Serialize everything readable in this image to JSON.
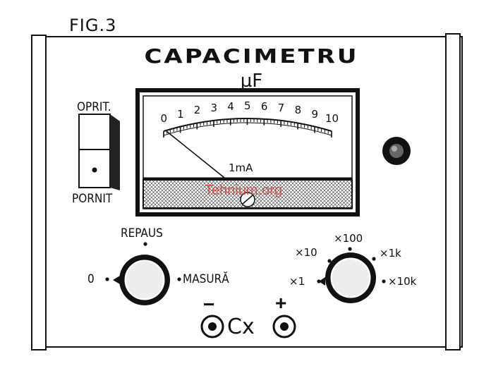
{
  "figure": {
    "label": "FIG.3"
  },
  "panel": {
    "title": "CAPACIMETRU",
    "unit": "µF"
  },
  "meter": {
    "scale": [
      "0",
      "1",
      "2",
      "3",
      "4",
      "5",
      "6",
      "7",
      "8",
      "9",
      "10"
    ],
    "range_label": "1mA"
  },
  "power_switch": {
    "off_label": "OPRIT.",
    "on_label": "PORNIT"
  },
  "mode_knob": {
    "left": "0",
    "top": "REPAUS",
    "right": "MASURĂ"
  },
  "range_knob": {
    "x1": "×1",
    "x10": "×10",
    "x100": "×100",
    "x1k": "×1k",
    "x10k": "×10k"
  },
  "terminals": {
    "minus": "−",
    "plus": "+",
    "label": "Cx"
  },
  "watermark": "Tehnium.org"
}
